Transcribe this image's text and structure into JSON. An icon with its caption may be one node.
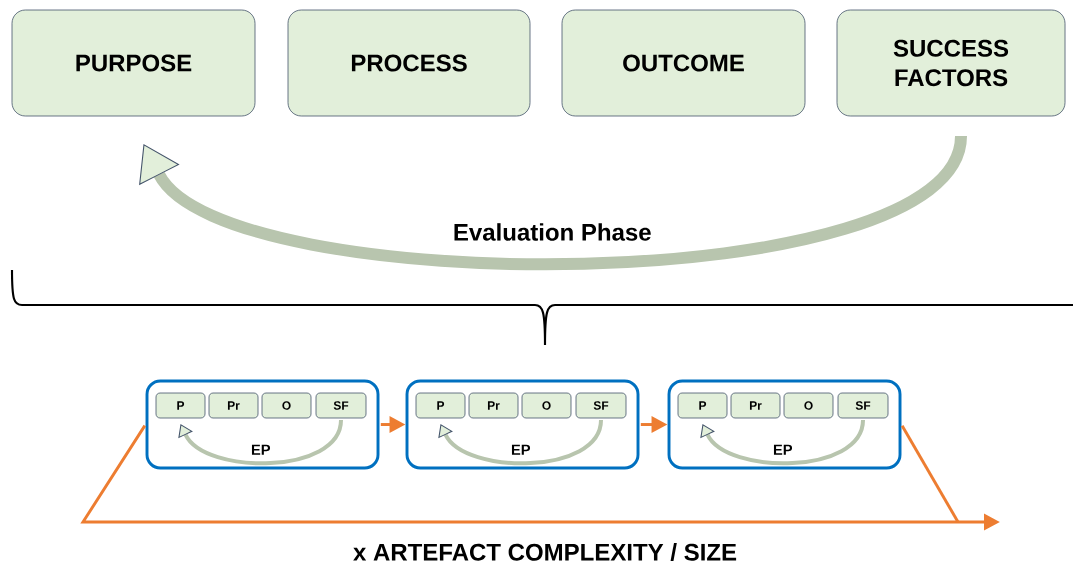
{
  "diagram": {
    "nodes": [
      {
        "text": [
          "PURPOSE"
        ]
      },
      {
        "text": [
          "PROCESS"
        ]
      },
      {
        "text": [
          "OUTCOME"
        ]
      },
      {
        "text": [
          "SUCCESS FACTORS"
        ]
      },
      {
        "text": [],
        "shape": "box"
      },
      {
        "text": [
          "P"
        ],
        "in": 4
      },
      {
        "text": [
          "Pr"
        ],
        "in": 4
      },
      {
        "text": [
          "O"
        ],
        "in": 4
      },
      {
        "text": [
          "SF"
        ],
        "in": 4
      },
      {
        "text": [],
        "shape": "box"
      },
      {
        "text": [
          "P"
        ],
        "in": 9
      },
      {
        "text": [
          "Pr"
        ],
        "in": 9
      },
      {
        "text": [
          "O"
        ],
        "in": 9
      },
      {
        "text": [
          "SF"
        ],
        "in": 9
      },
      {
        "text": [],
        "shape": "box"
      },
      {
        "text": [
          "P"
        ],
        "in": 14
      },
      {
        "text": [
          "Pr"
        ],
        "in": 14
      },
      {
        "text": [
          "O"
        ],
        "in": 14
      },
      {
        "text": [
          "SF"
        ],
        "in": 14
      }
    ],
    "edges": [
      {
        "from": 3,
        "to": 0,
        "arrow": "to",
        "label": "Evaluation Phase",
        "style": "thick"
      },
      {
        "from": 8,
        "to": 5,
        "arrow": "to",
        "label": "EP"
      },
      {
        "from": 13,
        "to": 10,
        "arrow": "to",
        "label": "EP"
      },
      {
        "from": 18,
        "to": 15,
        "arrow": "to",
        "label": "EP"
      },
      {
        "from": 4,
        "to": 9,
        "arrow": "to",
        "color": "#ed7d31"
      },
      {
        "from": 9,
        "to": 14,
        "arrow": "to",
        "color": "#ed7d31"
      },
      {
        "from": 4,
        "to": null,
        "arrow": "to",
        "color": "#ed7d31"
      },
      {
        "from": 14,
        "to": null,
        "arrow": "none",
        "color": "#ed7d31"
      }
    ],
    "labels": [
      "x ARTEFACT COMPLEXITY / SIZE"
    ]
  }
}
